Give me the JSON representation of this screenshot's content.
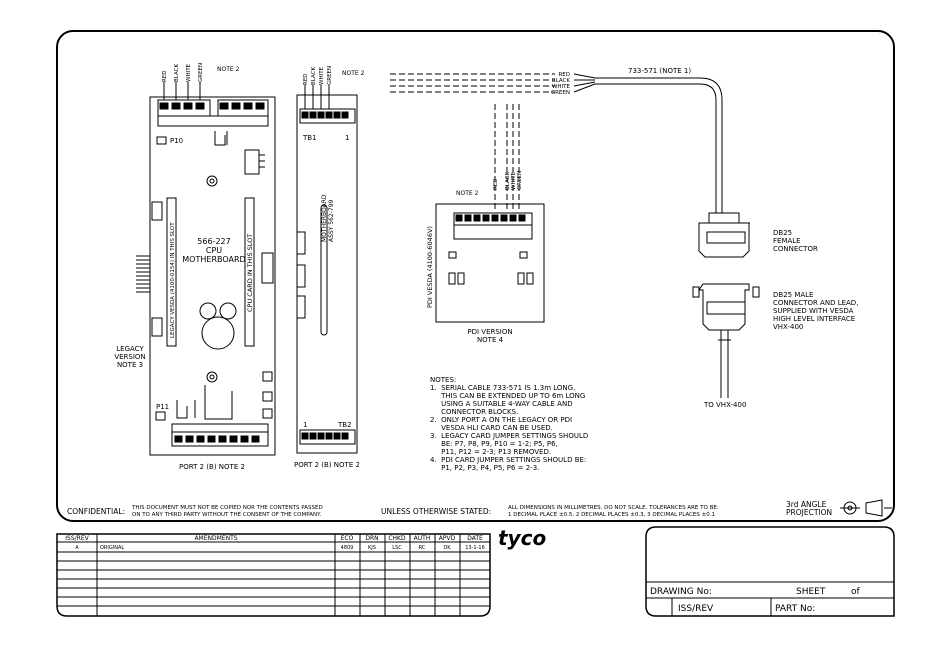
{
  "board_cpu": {
    "title": "566-227",
    "subtitle1": "CPU",
    "subtitle2": "MOTHERBOARD",
    "wire_labels": [
      "RED",
      "BLACK",
      "WHITE",
      "GREEN"
    ],
    "note_top": "NOTE 2",
    "p10": "P10",
    "p11": "P11",
    "legacy_slot": "LEGACY VESDA (4100-0154) IN THIS SLOT",
    "cpu_slot": "CPU CARD IN THIS SLOT",
    "version_label": [
      "LEGACY",
      "VERSION",
      "NOTE 3"
    ],
    "port_label": "PORT 2 (B) NOTE 2"
  },
  "board_mb": {
    "tb1": "TB1",
    "one_top": "1",
    "assy": [
      "MOTHERBOARD",
      "ASSY 562-799"
    ],
    "one_bottom": "1",
    "tb2": "TB2",
    "note_top": "NOTE 2",
    "port_label": "PORT 2 (B) NOTE 2"
  },
  "pdi": {
    "side_label": "PDI VESDA (4100-6046V)",
    "note_top": "NOTE 2",
    "caption1": "PDI VERSION",
    "caption2": "NOTE 4",
    "wire_labels": [
      "RED",
      "BLACK",
      "WHITE",
      "GREEN"
    ]
  },
  "cable": {
    "label": "733-571 (NOTE 1)",
    "wire_labels": [
      "RED",
      "BLACK",
      "WHITE",
      "GREEN"
    ]
  },
  "connectors": {
    "female": [
      "DB25",
      "FEMALE",
      "CONNECTOR"
    ],
    "male": [
      "DB25 MALE",
      "CONNECTOR AND LEAD,",
      "SUPPLIED WITH VESDA",
      "HIGH LEVEL INTERFACE",
      "VHX-400"
    ],
    "to_vhx": "TO VHX-400"
  },
  "notes": {
    "heading": "NOTES:",
    "lines": [
      "1.  SERIAL CABLE 733-571 IS 1.3m LONG.",
      "     THIS CAN BE EXTENDED UP TO 6m LONG",
      "     USING A SUITABLE 4-WAY CABLE AND",
      "     CONNECTOR BLOCKS.",
      "2.  ONLY PORT A ON THE LEGACY OR PDI",
      "     VESDA HLI CARD CAN BE USED.",
      "3.  LEGACY CARD JUMPER SETTINGS SHOULD",
      "     BE: P7, P8, P9, P10 = 1-2; P5, P6,",
      "     P11, P12 = 2-3; P13 REMOVED.",
      "4.  PDI CARD JUMPER SETTINGS SHOULD BE:",
      "     P1, P2, P3, P4, P5, P6 = 2-3."
    ]
  },
  "footer": {
    "confidential_label": "CONFIDENTIAL:",
    "confidential_text1": "THIS DOCUMENT MUST NOT BE COPIED NOR THE CONTENTS PASSED",
    "confidential_text2": "ON TO ANY THIRD PARTY WITHOUT THE CONSENT OF THE COMPANY.",
    "unless_label": "UNLESS OTHERWISE STATED:",
    "tolerance1": "ALL DIMENSIONS IN MILLIMETRES. DO NOT SCALE. TOLERANCES ARE TO BE:",
    "tolerance2": "1 DECIMAL PLACE ±0.5, 2 DECIMAL PLACES ±0.3, 3 DECIMAL PLACES ±0.1",
    "projection1": "3rd ANGLE",
    "projection2": "PROJECTION"
  },
  "amendments": {
    "headers": [
      "ISS/REV",
      "AMENDMENTS",
      "ECO",
      "DRN",
      "CHKD",
      "AUTH",
      "APVD",
      "DATE"
    ],
    "rows": [
      [
        "A",
        "ORIGINAL",
        "4809",
        "KJS",
        "LSC",
        "RC",
        "DK",
        "13-1-16"
      ]
    ]
  },
  "logo": "tyco",
  "title_block": {
    "drawing_no": "DRAWING No:",
    "sheet": "SHEET",
    "of": "of",
    "iss_rev": "ISS/REV",
    "part_no": "PART No:"
  }
}
